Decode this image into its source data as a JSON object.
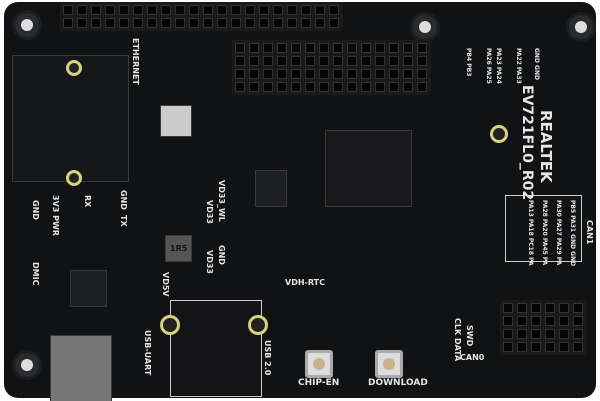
{
  "board": {
    "brand": "REALTEK",
    "model": "EV721FL0_R02",
    "labels": {
      "ethernet": "ETHERNET",
      "gnd1": "GND",
      "pwr": "3V3 PWR",
      "rx": "RX",
      "tx": "TX",
      "gnd2": "GND",
      "dmic": "DMIC",
      "vd33_wl": "VD33_WL",
      "vd33": "VD33",
      "vd33b": "VD33",
      "gnd3": "GND",
      "vd5v": "VD5V",
      "inductor": "1R5",
      "usb_uart": "USB-UART",
      "usb2": "USB 2.0",
      "vdh_rtc": "VDH-RTC",
      "chip_en": "CHIP-EN",
      "download": "DOWNLOAD",
      "swd": "SWD",
      "clk_data": "CLK DATA",
      "can0": "CAN0",
      "can1": "CAN1",
      "pins_top": [
        "PB4 PB3",
        "PA26 PA25",
        "PA23 PA24",
        "PA22 PA33",
        "GND GND"
      ],
      "pins_box": [
        "PB5 PA31 GND GND",
        "PA30 PA27 PA29 PA",
        "PA28 PA20 PA45 PA",
        "PA13 PA18 PC18 PA"
      ]
    },
    "colors": {
      "pcb": "#111214",
      "silkscreen": "#e6e6e6",
      "gold": "#d7d27c"
    }
  }
}
